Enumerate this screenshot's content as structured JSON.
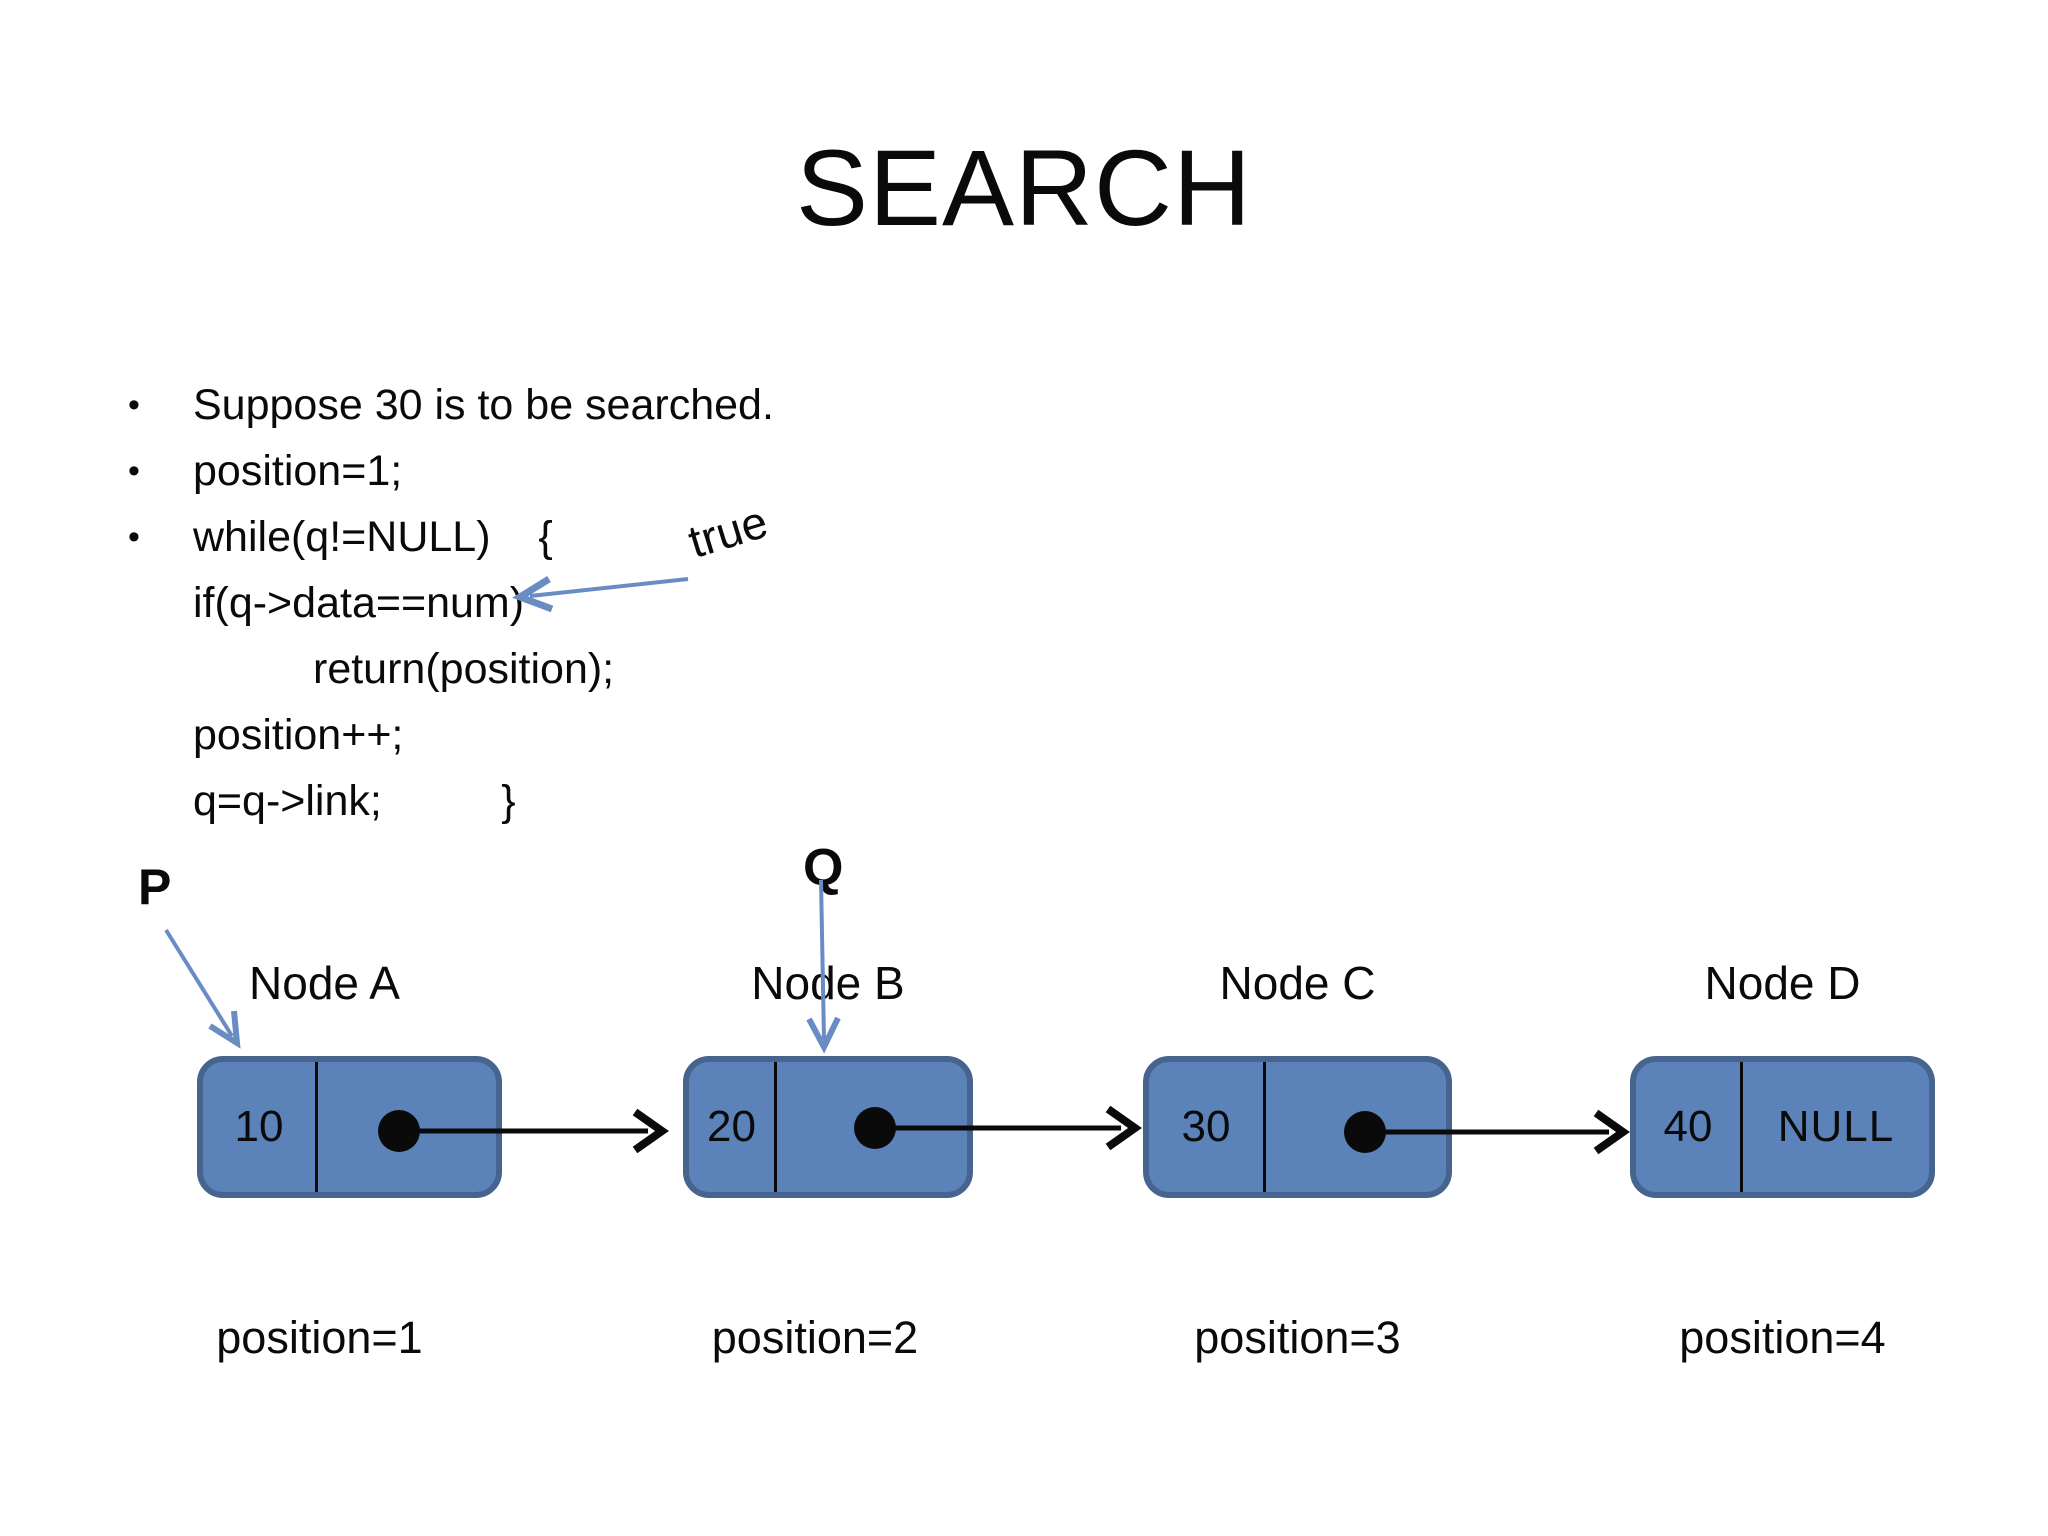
{
  "title": "SEARCH",
  "code": {
    "bullet": "•",
    "lines": [
      {
        "text": "Suppose 30 is to be searched."
      },
      {
        "text": "position=1;"
      },
      {
        "text": "while(q!=NULL)    {"
      },
      {
        "text": "if(q->data==num)"
      },
      {
        "text": "return(position);"
      },
      {
        "text": "position++;"
      },
      {
        "text": "q=q->link;          }"
      }
    ]
  },
  "labels": {
    "p": "P",
    "q": "Q",
    "true_note": "true"
  },
  "diagram": {
    "nodes": [
      {
        "name": "Node A",
        "value": "10",
        "position": "position=1"
      },
      {
        "name": "Node B",
        "value": "20",
        "position": "position=2"
      },
      {
        "name": "Node C",
        "value": "30",
        "position": "position=3"
      },
      {
        "name": "Node D",
        "value": "40",
        "position": "position=4",
        "link_text": "NULL"
      }
    ],
    "colors": {
      "node_fill": "#5b83b9",
      "node_border": "#47648f",
      "annotation_arrow": "#698cc3",
      "link_arrow": "#0a0a0a",
      "text": "#0a0a0a"
    }
  }
}
